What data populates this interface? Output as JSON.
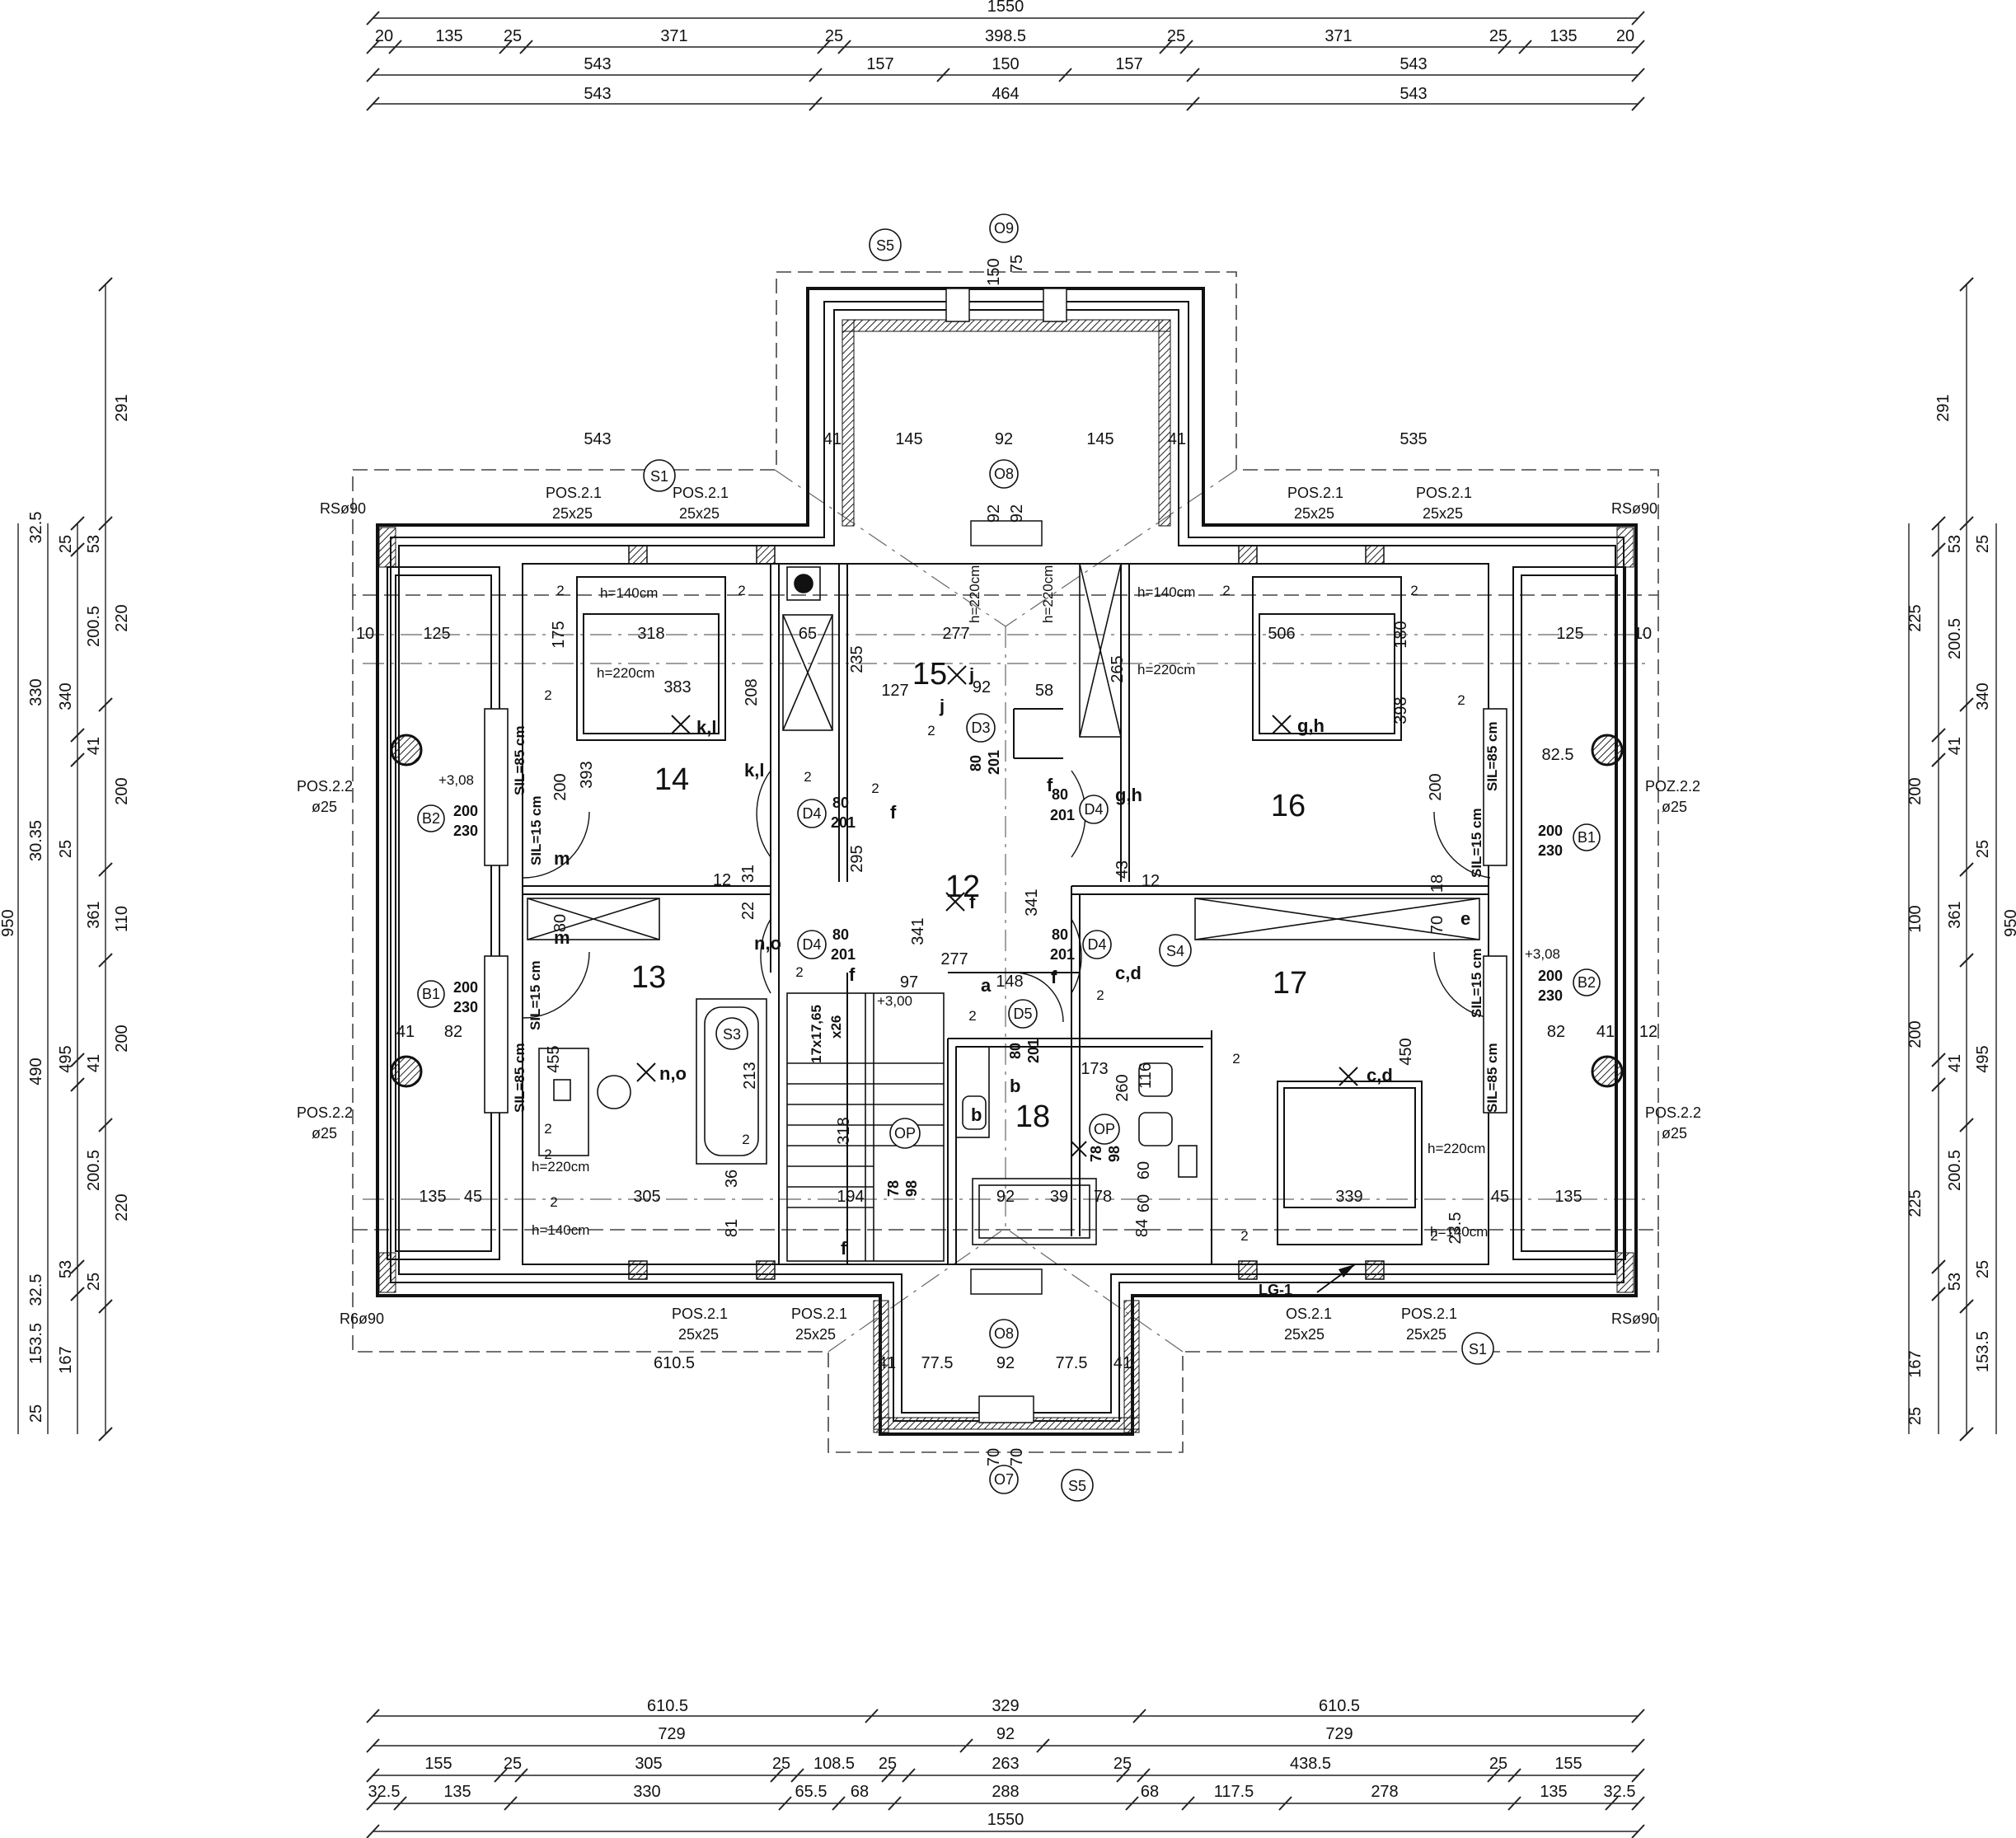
{
  "top_dims": {
    "row1": [
      "20",
      "135",
      "25",
      "371",
      "25",
      "398.5",
      "25",
      "371",
      "25",
      "135",
      "20"
    ],
    "total_top": "1550",
    "row2": [
      "543",
      "157",
      "150",
      "157",
      "543"
    ],
    "row3": [
      "543",
      "464",
      "543"
    ]
  },
  "bottom_dims": {
    "row1": [
      "610.5",
      "329",
      "610.5"
    ],
    "row2": [
      "729",
      "92",
      "729"
    ],
    "row3": [
      "155",
      "25",
      "305",
      "25",
      "108.5",
      "25",
      "263",
      "25",
      "438.5",
      "25",
      "155"
    ],
    "row4": [
      "32.5",
      "135",
      "330",
      "65.5",
      "68",
      "288",
      "68",
      "117.5",
      "278",
      "135",
      "32.5"
    ],
    "total": "1550"
  },
  "left_dims": {
    "c1": [
      "950"
    ],
    "c2": [
      "32.5",
      "330",
      "30.35",
      "490",
      "32.5",
      "153.5",
      "25"
    ],
    "c3": [
      "25",
      "340",
      "25",
      "495",
      "53",
      "167"
    ],
    "c4": [
      "53",
      "200.5",
      "41",
      "361",
      "41",
      "200.5",
      "25"
    ],
    "c5": [
      "291",
      "220",
      "200",
      "110",
      "200",
      "220"
    ]
  },
  "right_dims": {
    "c1": [
      "291",
      "225",
      "200",
      "100",
      "200",
      "225",
      "167",
      "25"
    ],
    "c2": [
      "53",
      "200.5",
      "41",
      "361",
      "41",
      "200.5",
      "53"
    ],
    "c3": [
      "25",
      "340",
      "25",
      "495",
      "25",
      "153.5"
    ],
    "c4": [
      "950"
    ]
  },
  "rooms": [
    "12",
    "13",
    "14",
    "15",
    "16",
    "17",
    "18"
  ],
  "tags": {
    "s1": "S1",
    "s3": "S3",
    "s4": "S4",
    "s5": "S5",
    "o9": "O9",
    "o8": "O8",
    "o7": "O7",
    "b1": "B1",
    "b2": "B2",
    "d3": "D3",
    "d4": "D4",
    "d5": "D5",
    "op": "OP"
  },
  "notes": {
    "pos21": "POS.2.1",
    "pos22": "POS.2.2",
    "poz22": "POZ.2.2",
    "os21": "OS.2.1",
    "size25": "25x25",
    "phi25": "ø25",
    "rs90": "RSø90",
    "rs90b": "R6ø90",
    "h140": "h=140cm",
    "h220": "h=220cm",
    "sil85": "SIL=85 cm",
    "sil15": "SIL=15 cm",
    "lg1": "LG-1",
    "p308": "+3,08",
    "p300": "+3,00",
    "stair1": "17x17,65",
    "stair2": "x26"
  },
  "marks": [
    "k,l",
    "g,h",
    "n,o",
    "c,d",
    "j",
    "f",
    "m",
    "a",
    "b",
    "e",
    "2"
  ],
  "inner_dims": [
    "543",
    "41",
    "145",
    "92",
    "145",
    "41",
    "535",
    "10",
    "125",
    "318",
    "277",
    "506",
    "125",
    "10",
    "383",
    "127",
    "92",
    "58",
    "175",
    "208",
    "235",
    "265",
    "180",
    "398",
    "393",
    "200",
    "200",
    "295",
    "341",
    "341",
    "12",
    "31",
    "22",
    "80",
    "43",
    "18",
    "70",
    "12",
    "41",
    "82",
    "97",
    "148",
    "277",
    "82",
    "41",
    "12",
    "213",
    "455",
    "173",
    "260",
    "116",
    "318",
    "450",
    "135",
    "45",
    "305",
    "36",
    "81",
    "194",
    "92",
    "39",
    "78",
    "84",
    "339",
    "45",
    "135",
    "610.5",
    "77.5",
    "92",
    "77.5",
    "41",
    "41",
    "65",
    "150",
    "75",
    "92",
    "92",
    "70",
    "70",
    "82.5",
    "23.5",
    "60",
    "60",
    "80",
    "201",
    "200",
    "230",
    "3,08",
    "78",
    "98"
  ]
}
